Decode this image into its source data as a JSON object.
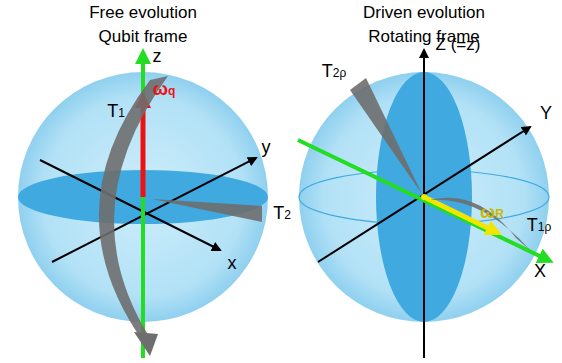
{
  "diagram": {
    "labels": [
      "Free evolution",
      "Qubit frame",
      "Driven evolution",
      "Rotating frame",
      "z",
      "y",
      "x",
      "T1",
      "T2",
      "ωq",
      "Z (=z)",
      "Y",
      "X",
      "T2ρ",
      "T1ρ",
      "ωR"
    ]
  }
}
